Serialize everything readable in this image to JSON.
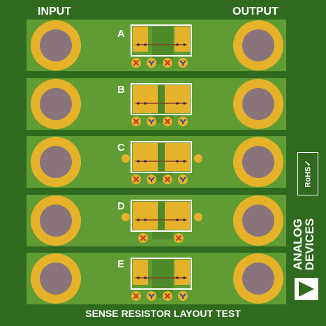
{
  "labels": {
    "input": "INPUT",
    "output": "OUTPUT",
    "footer": "SENSE RESISTOR LAYOUT TEST",
    "rohs": "RoHS✓",
    "brand_line1": "ANALOG",
    "brand_line2": "DEVICES"
  },
  "rows": [
    {
      "letter": "A"
    },
    {
      "letter": "B"
    },
    {
      "letter": "C"
    },
    {
      "letter": "D"
    },
    {
      "letter": "E"
    }
  ],
  "colors": {
    "board": "#2f6a1e",
    "copper": "#5e9a32",
    "gold": "#e6b22a",
    "hole": "#8a747c",
    "silkscreen": "#ffffff",
    "via_mark_red": "#c0392b",
    "via_mark_blue": "#3b4a9a"
  },
  "icons": {
    "logo": "analog-devices-triangle-icon",
    "rohs": "rohs-check-icon"
  }
}
